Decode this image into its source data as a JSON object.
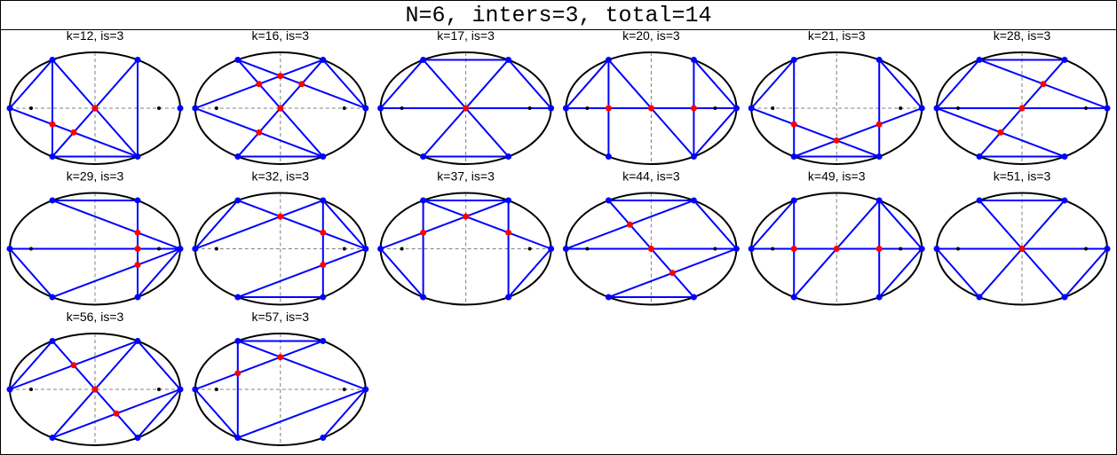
{
  "title": "N=6, inters=3, total=14",
  "colors": {
    "ellipse": "#000000",
    "chord": "#0000ff",
    "vertex": "#0000ff",
    "intersection": "#ff0000",
    "focus": "#000000",
    "axis": "#808080"
  },
  "vertices": [
    "R",
    "TR",
    "TL",
    "L",
    "BL",
    "BR"
  ],
  "panels": [
    {
      "label": "k=12, is=3",
      "chords": [
        [
          "L",
          "TL"
        ],
        [
          "L",
          "BR"
        ],
        [
          "TL",
          "BL"
        ],
        [
          "TL",
          "BR"
        ],
        [
          "TR",
          "BL"
        ],
        [
          "TR",
          "BR"
        ],
        [
          "BL",
          "BR"
        ]
      ]
    },
    {
      "label": "k=16, is=3",
      "chords": [
        [
          "TL",
          "R"
        ],
        [
          "TL",
          "BR"
        ],
        [
          "TR",
          "L"
        ],
        [
          "TR",
          "R"
        ],
        [
          "TR",
          "BL"
        ],
        [
          "L",
          "BR"
        ],
        [
          "BL",
          "BR"
        ]
      ]
    },
    {
      "label": "k=17, is=3",
      "chords": [
        [
          "L",
          "TL"
        ],
        [
          "L",
          "R"
        ],
        [
          "TL",
          "BR"
        ],
        [
          "TR",
          "BL"
        ],
        [
          "TR",
          "R"
        ],
        [
          "BL",
          "BR"
        ],
        [
          "TL",
          "TR"
        ]
      ]
    },
    {
      "label": "k=20, is=3",
      "chords": [
        [
          "L",
          "R"
        ],
        [
          "TL",
          "BL"
        ],
        [
          "TL",
          "BR"
        ],
        [
          "TR",
          "BR"
        ],
        [
          "TR",
          "R"
        ],
        [
          "L",
          "TL"
        ],
        [
          "BR",
          "R"
        ]
      ]
    },
    {
      "label": "k=21, is=3",
      "chords": [
        [
          "L",
          "TL"
        ],
        [
          "TL",
          "BL"
        ],
        [
          "TR",
          "BR"
        ],
        [
          "TR",
          "R"
        ],
        [
          "L",
          "BR"
        ],
        [
          "BL",
          "R"
        ],
        [
          "BL",
          "BR"
        ]
      ]
    },
    {
      "label": "k=28, is=3",
      "chords": [
        [
          "L",
          "R"
        ],
        [
          "TL",
          "TR"
        ],
        [
          "TL",
          "R"
        ],
        [
          "TR",
          "BL"
        ],
        [
          "L",
          "BR"
        ],
        [
          "BL",
          "BR"
        ],
        [
          "L",
          "TL"
        ]
      ]
    },
    {
      "label": "k=29, is=3",
      "chords": [
        [
          "TL",
          "TR"
        ],
        [
          "TL",
          "R"
        ],
        [
          "TR",
          "BR"
        ],
        [
          "L",
          "R"
        ],
        [
          "L",
          "BL"
        ],
        [
          "BL",
          "R"
        ],
        [
          "BR",
          "R"
        ]
      ]
    },
    {
      "label": "k=32, is=3",
      "chords": [
        [
          "L",
          "TL"
        ],
        [
          "L",
          "TR"
        ],
        [
          "TL",
          "R"
        ],
        [
          "TR",
          "BR"
        ],
        [
          "BL",
          "BR"
        ],
        [
          "BL",
          "R"
        ],
        [
          "TR",
          "R"
        ]
      ]
    },
    {
      "label": "k=37, is=3",
      "chords": [
        [
          "L",
          "TR"
        ],
        [
          "TL",
          "R"
        ],
        [
          "TL",
          "BL"
        ],
        [
          "TR",
          "BR"
        ],
        [
          "L",
          "BL"
        ],
        [
          "BR",
          "R"
        ],
        [
          "TL",
          "TR"
        ]
      ]
    },
    {
      "label": "k=44, is=3",
      "chords": [
        [
          "L",
          "R"
        ],
        [
          "TL",
          "TR"
        ],
        [
          "TL",
          "BR"
        ],
        [
          "L",
          "TR"
        ],
        [
          "BL",
          "R"
        ],
        [
          "BL",
          "BR"
        ],
        [
          "TR",
          "R"
        ]
      ]
    },
    {
      "label": "k=49, is=3",
      "chords": [
        [
          "L",
          "R"
        ],
        [
          "TL",
          "BL"
        ],
        [
          "TR",
          "BR"
        ],
        [
          "L",
          "TL"
        ],
        [
          "BL",
          "TR"
        ],
        [
          "BR",
          "R"
        ],
        [
          "TR",
          "R"
        ]
      ]
    },
    {
      "label": "k=51, is=3",
      "chords": [
        [
          "L",
          "R"
        ],
        [
          "TL",
          "TR"
        ],
        [
          "TL",
          "BR"
        ],
        [
          "TR",
          "BL"
        ],
        [
          "L",
          "BL"
        ],
        [
          "BR",
          "R"
        ]
      ]
    },
    {
      "label": "k=56, is=3",
      "chords": [
        [
          "L",
          "TL"
        ],
        [
          "TL",
          "BR"
        ],
        [
          "TR",
          "BL"
        ],
        [
          "TR",
          "R"
        ],
        [
          "L",
          "TR"
        ],
        [
          "BL",
          "R"
        ],
        [
          "BR",
          "R"
        ]
      ]
    },
    {
      "label": "k=57, is=3",
      "chords": [
        [
          "L",
          "TR"
        ],
        [
          "TL",
          "TR"
        ],
        [
          "TL",
          "BL"
        ],
        [
          "L",
          "BL"
        ],
        [
          "TL",
          "R"
        ],
        [
          "BL",
          "R"
        ],
        [
          "BR",
          "R"
        ]
      ]
    }
  ]
}
